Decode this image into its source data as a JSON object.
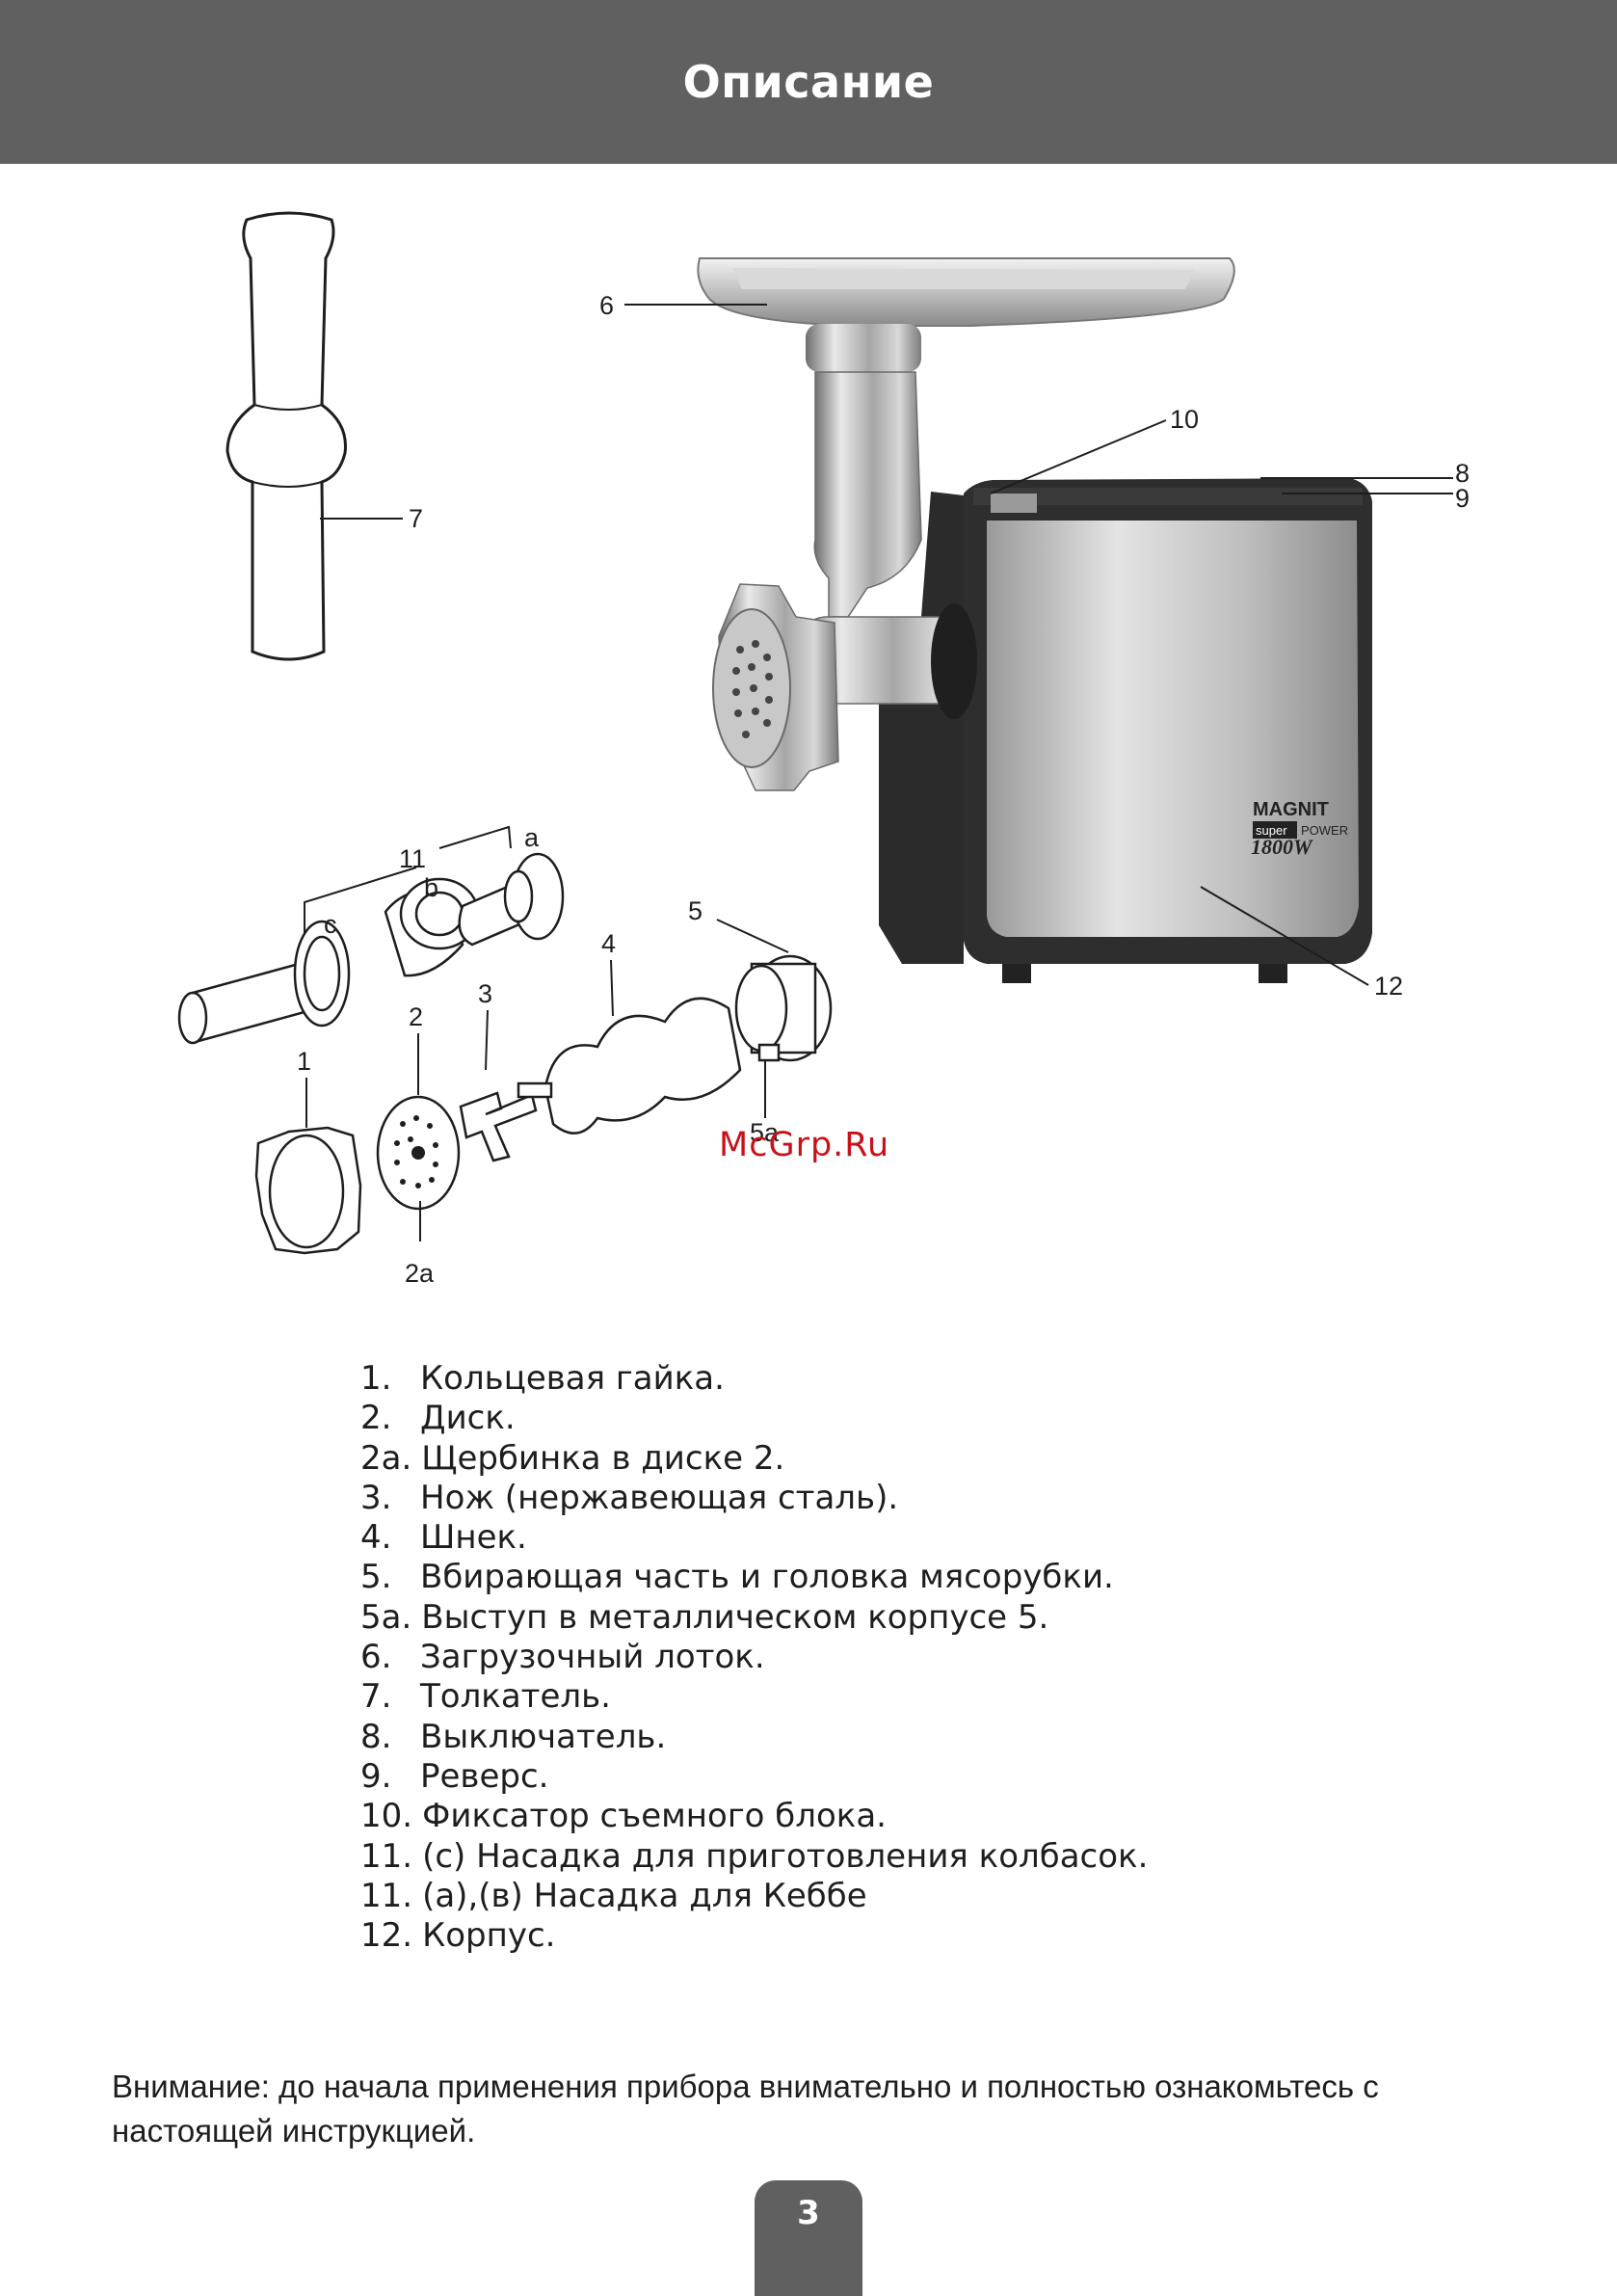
{
  "header": {
    "title": "Описание"
  },
  "figure": {
    "callouts": {
      "c1": "1",
      "c2": "2",
      "c2a": "2a",
      "c3": "3",
      "c4": "4",
      "c5": "5",
      "c5a": "5a",
      "c6": "6",
      "c7": "7",
      "c8": "8",
      "c9": "9",
      "c10": "10",
      "c11": "11",
      "ca": "a",
      "cb": "b",
      "cc": "c",
      "c12": "12"
    },
    "brand": {
      "name": "MAGNIT",
      "line1": "super",
      "line2": "POWER",
      "power": "1800W"
    },
    "watermark": "McGrp.Ru"
  },
  "legend": [
    {
      "num": "1.",
      "text": "Кольцевая гайка."
    },
    {
      "num": "2.",
      "text": "Диск."
    },
    {
      "num": "2а.",
      "text": "Щербинка в диске 2."
    },
    {
      "num": "3.",
      "text": "Нож (нержавеющая сталь)."
    },
    {
      "num": "4.",
      "text": "Шнек."
    },
    {
      "num": "5.",
      "text": "Вбирающая часть и головка мясорубки."
    },
    {
      "num": "5а.",
      "text": "Выступ в металлическом корпусе 5."
    },
    {
      "num": "6.",
      "text": "Загрузочный лоток."
    },
    {
      "num": "7.",
      "text": "Толкатель."
    },
    {
      "num": "8.",
      "text": "Выключатель."
    },
    {
      "num": "9.",
      "text": "Реверс."
    },
    {
      "num": "10.",
      "text": "Фиксатор съемного блока."
    },
    {
      "num": "11.",
      "text": "(с) Насадка для приготовления колбасок."
    },
    {
      "num": "11.",
      "text": "(а),(в) Насадка для Кеббе"
    },
    {
      "num": "12.",
      "text": "Корпус."
    }
  ],
  "notice": {
    "label": "Внимание:",
    "text": " до начала применения прибора внимательно и полностью ознакомьтесь с настоящей инструкцией."
  },
  "page_number": "3"
}
